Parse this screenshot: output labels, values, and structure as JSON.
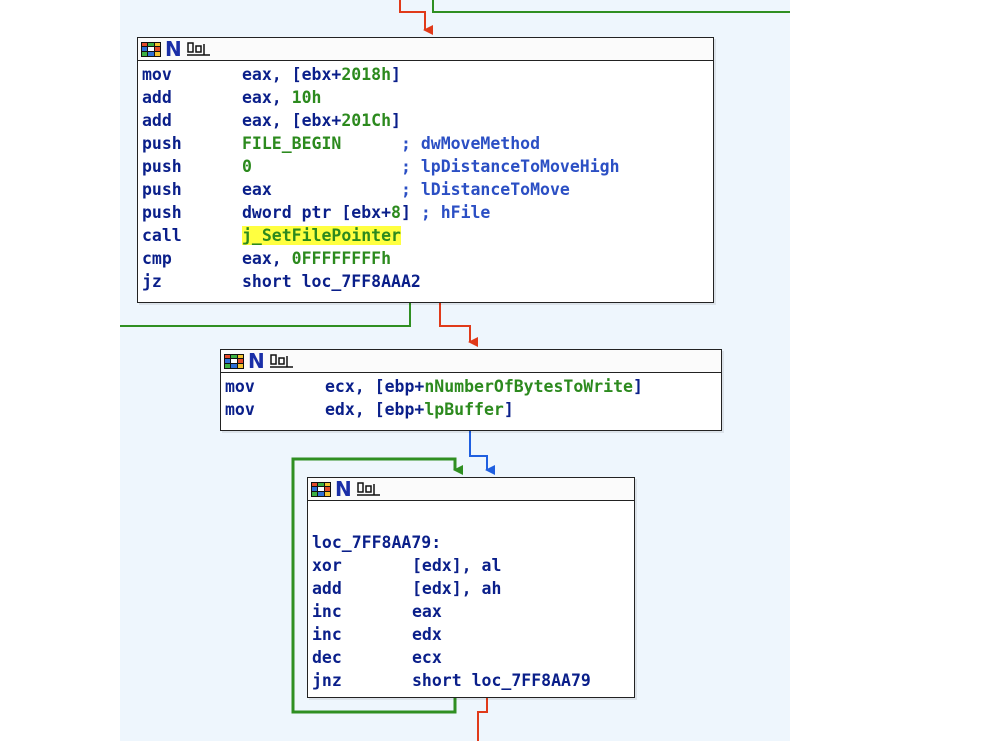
{
  "colors": {
    "canvas_bg": "#eef6fd",
    "edge_false": "#e03a1a",
    "edge_true": "#2f8f22",
    "edge_unconditional": "#1f5fe0",
    "mnemonic": "#0a1f8a",
    "immediate": "#2c8a1e",
    "comment": "#2b4fc4",
    "highlight": "#ffff40"
  },
  "header_icons": [
    "node-color-grid-icon",
    "n-icon",
    "graph-nodes-icon"
  ],
  "header_text": {
    "n": "N"
  },
  "blocks": {
    "b1": {
      "lines": [
        {
          "mn": "mov",
          "op": [
            {
              "t": "eax, [ebx+",
              "c": "op"
            },
            {
              "t": "2018h",
              "c": "num"
            },
            {
              "t": "]",
              "c": "op"
            }
          ]
        },
        {
          "mn": "add",
          "op": [
            {
              "t": "eax, ",
              "c": "op"
            },
            {
              "t": "10h",
              "c": "num"
            }
          ]
        },
        {
          "mn": "add",
          "op": [
            {
              "t": "eax, [ebx+",
              "c": "op"
            },
            {
              "t": "201Ch",
              "c": "num"
            },
            {
              "t": "]",
              "c": "op"
            }
          ]
        },
        {
          "mn": "push",
          "op": [
            {
              "t": "FILE_BEGIN      ",
              "c": "const"
            },
            {
              "t": "; dwMoveMethod",
              "c": "cm"
            }
          ]
        },
        {
          "mn": "push",
          "op": [
            {
              "t": "0               ",
              "c": "num"
            },
            {
              "t": "; lpDistanceToMoveHigh",
              "c": "cm"
            }
          ]
        },
        {
          "mn": "push",
          "op": [
            {
              "t": "eax             ",
              "c": "op"
            },
            {
              "t": "; lDistanceToMove",
              "c": "cm"
            }
          ]
        },
        {
          "mn": "push",
          "op": [
            {
              "t": "dword ptr [ebx+",
              "c": "op"
            },
            {
              "t": "8",
              "c": "num"
            },
            {
              "t": "] ",
              "c": "op"
            },
            {
              "t": "; hFile",
              "c": "cm"
            }
          ]
        },
        {
          "mn": "call",
          "op": [
            {
              "t": "j_SetFilePointer",
              "c": "hl"
            }
          ]
        },
        {
          "mn": "cmp",
          "op": [
            {
              "t": "eax, ",
              "c": "op"
            },
            {
              "t": "0FFFFFFFFh",
              "c": "num"
            }
          ]
        },
        {
          "mn": "jz",
          "op": [
            {
              "t": "short loc_7FF8AAA2",
              "c": "op"
            }
          ]
        }
      ]
    },
    "b2": {
      "lines": [
        {
          "mn": "mov",
          "op": [
            {
              "t": "ecx, [ebp+",
              "c": "op"
            },
            {
              "t": "nNumberOfBytesToWrite",
              "c": "num"
            },
            {
              "t": "]",
              "c": "op"
            }
          ]
        },
        {
          "mn": "mov",
          "op": [
            {
              "t": "edx, [ebp+",
              "c": "op"
            },
            {
              "t": "lpBuffer",
              "c": "num"
            },
            {
              "t": "]",
              "c": "op"
            }
          ]
        }
      ]
    },
    "b3": {
      "label": "loc_7FF8AA79:",
      "lines": [
        {
          "mn": "xor",
          "op": [
            {
              "t": "[edx], al",
              "c": "op"
            }
          ]
        },
        {
          "mn": "add",
          "op": [
            {
              "t": "[edx], ah",
              "c": "op"
            }
          ]
        },
        {
          "mn": "inc",
          "op": [
            {
              "t": "eax",
              "c": "op"
            }
          ]
        },
        {
          "mn": "inc",
          "op": [
            {
              "t": "edx",
              "c": "op"
            }
          ]
        },
        {
          "mn": "dec",
          "op": [
            {
              "t": "ecx",
              "c": "op"
            }
          ]
        },
        {
          "mn": "jnz",
          "op": [
            {
              "t": "short loc_7FF8AA79",
              "c": "op"
            }
          ]
        }
      ]
    }
  }
}
